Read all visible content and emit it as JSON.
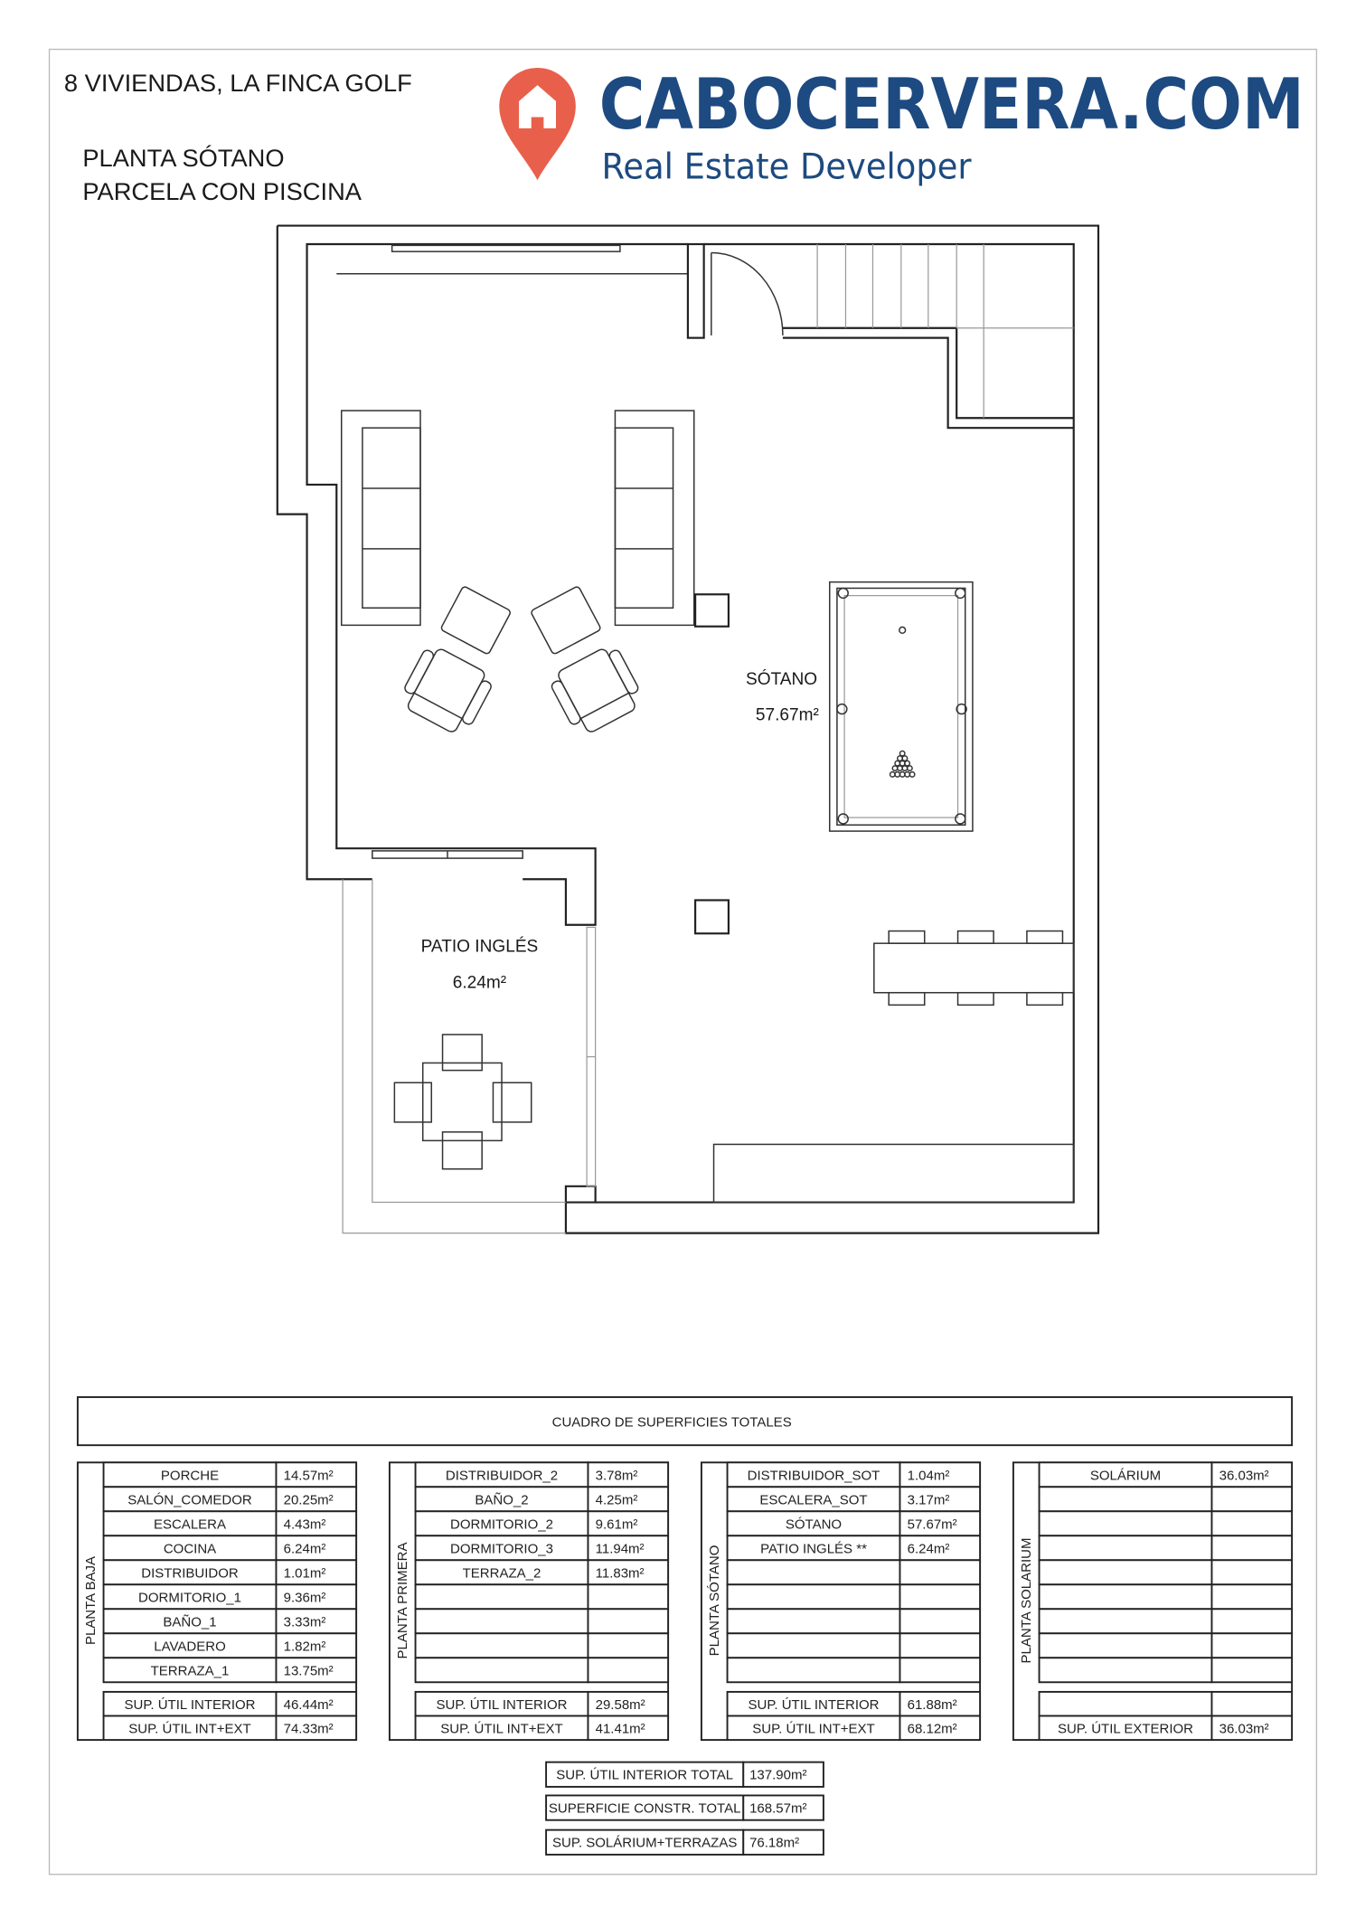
{
  "header": {
    "project": "8 VIVIENDAS, LA FINCA GOLF",
    "plan_title": "PLANTA SÓTANO",
    "plan_subtitle": "PARCELA CON PISCINA"
  },
  "logo": {
    "brand": "CABOCERVERA.COM",
    "tagline": "Real Estate Developer",
    "brand_color": "#1d4a80",
    "pin_color": "#e8604c"
  },
  "plan": {
    "rooms": [
      {
        "name": "SÓTANO",
        "area": "57.67m²"
      },
      {
        "name": "PATIO INGLÉS",
        "area": "6.24m²"
      }
    ]
  },
  "summary": {
    "title": "CUADRO DE SUPERFICIES TOTALES",
    "blocks": [
      {
        "floor": "PLANTA BAJA",
        "rows": [
          [
            "PORCHE",
            "14.57m²"
          ],
          [
            "SALÓN_COMEDOR",
            "20.25m²"
          ],
          [
            "ESCALERA",
            "4.43m²"
          ],
          [
            "COCINA",
            "6.24m²"
          ],
          [
            "DISTRIBUIDOR",
            "1.01m²"
          ],
          [
            "DORMITORIO_1",
            "9.36m²"
          ],
          [
            "BAÑO_1",
            "3.33m²"
          ],
          [
            "LAVADERO",
            "1.82m²"
          ],
          [
            "TERRAZA_1",
            "13.75m²"
          ]
        ],
        "totals": [
          [
            "SUP. ÚTIL INTERIOR",
            "46.44m²"
          ],
          [
            "SUP. ÚTIL INT+EXT",
            "74.33m²"
          ]
        ]
      },
      {
        "floor": "PLANTA PRIMERA",
        "rows": [
          [
            "DISTRIBUIDOR_2",
            "3.78m²"
          ],
          [
            "BAÑO_2",
            "4.25m²"
          ],
          [
            "DORMITORIO_2",
            "9.61m²"
          ],
          [
            "DORMITORIO_3",
            "11.94m²"
          ],
          [
            "TERRAZA_2",
            "11.83m²"
          ],
          [
            "",
            ""
          ],
          [
            "",
            ""
          ],
          [
            "",
            ""
          ],
          [
            "",
            ""
          ]
        ],
        "totals": [
          [
            "SUP. ÚTIL INTERIOR",
            "29.58m²"
          ],
          [
            "SUP. ÚTIL INT+EXT",
            "41.41m²"
          ]
        ]
      },
      {
        "floor": "PLANTA SÓTANO",
        "rows": [
          [
            "DISTRIBUIDOR_SOT",
            "1.04m²"
          ],
          [
            "ESCALERA_SOT",
            "3.17m²"
          ],
          [
            "SÓTANO",
            "57.67m²"
          ],
          [
            "PATIO INGLÉS **",
            "6.24m²"
          ],
          [
            "",
            ""
          ],
          [
            "",
            ""
          ],
          [
            "",
            ""
          ],
          [
            "",
            ""
          ],
          [
            "",
            ""
          ]
        ],
        "totals": [
          [
            "SUP. ÚTIL INTERIOR",
            "61.88m²"
          ],
          [
            "SUP. ÚTIL INT+EXT",
            "68.12m²"
          ]
        ]
      },
      {
        "floor": "PLANTA SOLARIUM",
        "rows": [
          [
            "SOLÁRIUM",
            "36.03m²"
          ],
          [
            "",
            ""
          ],
          [
            "",
            ""
          ],
          [
            "",
            ""
          ],
          [
            "",
            ""
          ],
          [
            "",
            ""
          ],
          [
            "",
            ""
          ],
          [
            "",
            ""
          ],
          [
            "",
            ""
          ]
        ],
        "totals": [
          [
            "",
            ""
          ],
          [
            "SUP. ÚTIL EXTERIOR",
            "36.03m²"
          ]
        ]
      }
    ],
    "grand_totals": [
      [
        "SUP. ÚTIL INTERIOR TOTAL",
        "137.90m²"
      ],
      [
        "SUPERFICIE CONSTR. TOTAL",
        "168.57m²"
      ],
      [
        "SUP. SOLÁRIUM+TERRAZAS",
        "76.18m²"
      ]
    ]
  }
}
